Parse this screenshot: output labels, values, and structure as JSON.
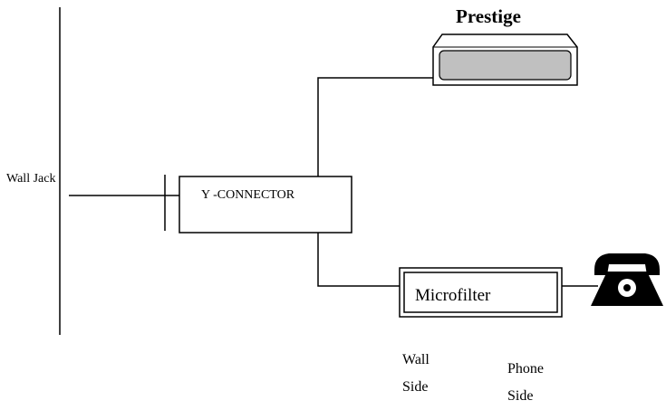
{
  "labels": {
    "wall_jack": "Wall Jack",
    "prestige": "Prestige",
    "y_connector": "Y -CONNECTOR",
    "microfilter": "Microfilter",
    "wall_side_line1": "Wall",
    "wall_side_line2": "Side",
    "phone_side_line1": "Phone",
    "phone_side_line2": "Side"
  },
  "icons": {
    "modem": "modem-device-icon",
    "telephone": "telephone-icon"
  },
  "colors": {
    "line": "#000000",
    "modem_screen": "#c0c0c0",
    "background": "#ffffff"
  }
}
